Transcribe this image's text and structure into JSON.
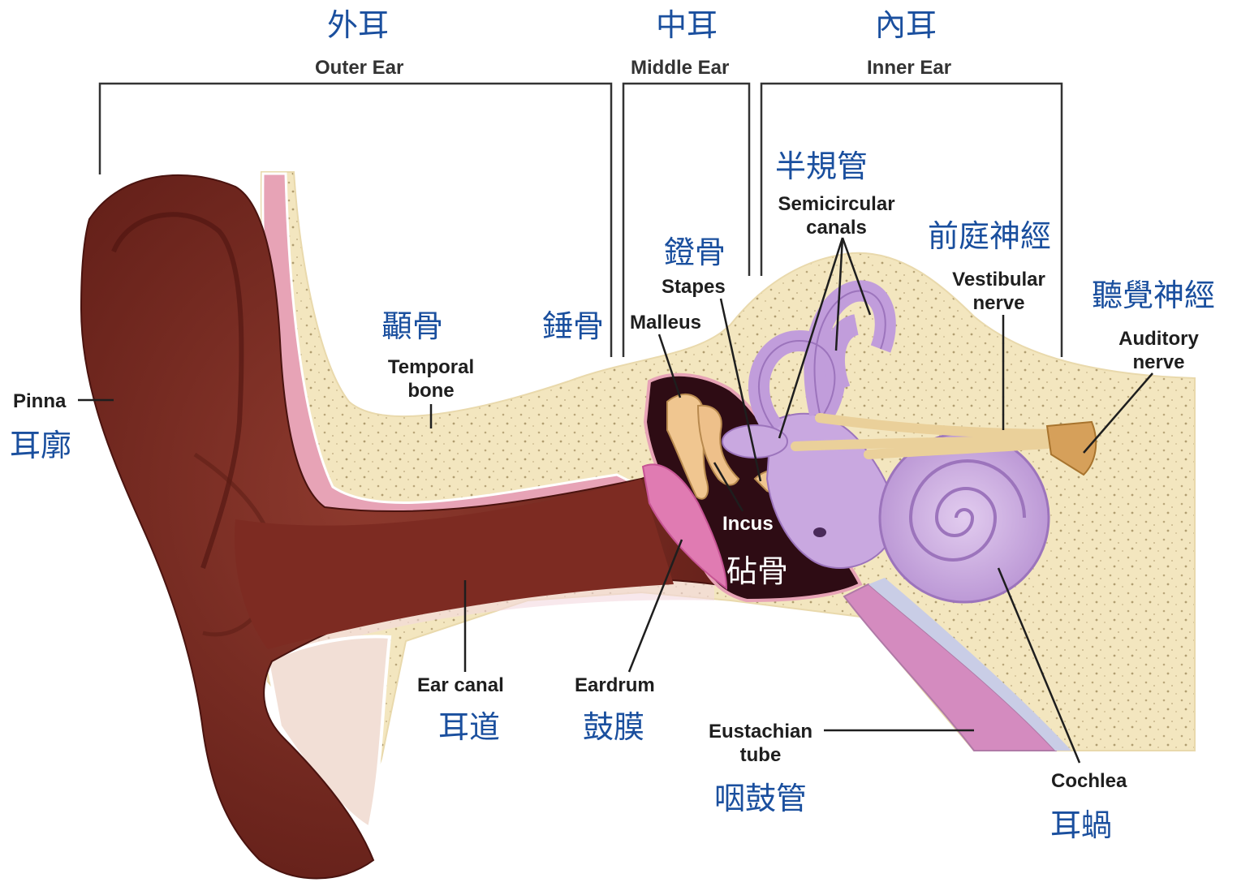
{
  "sections": {
    "outer": {
      "zh": "外耳",
      "en": "Outer Ear"
    },
    "middle": {
      "zh": "中耳",
      "en": "Middle Ear"
    },
    "inner": {
      "zh": "內耳",
      "en": "Inner Ear"
    }
  },
  "labels": {
    "pinna": {
      "zh": "耳廓",
      "en": "Pinna"
    },
    "temporal_bone": {
      "zh": "顳骨",
      "en_line1": "Temporal",
      "en_line2": "bone"
    },
    "malleus": {
      "zh": "錘骨",
      "en": "Malleus"
    },
    "stapes": {
      "zh": "鐙骨",
      "en": "Stapes"
    },
    "semicircular_canals": {
      "zh": "半規管",
      "en_line1": "Semicircular",
      "en_line2": "canals"
    },
    "vestibular_nerve": {
      "zh": "前庭神經",
      "en_line1": "Vestibular",
      "en_line2": "nerve"
    },
    "auditory_nerve": {
      "zh": "聽覺神經",
      "en_line1": "Auditory",
      "en_line2": "nerve"
    },
    "incus": {
      "zh": "砧骨",
      "en": "Incus"
    },
    "ear_canal": {
      "zh": "耳道",
      "en": "Ear canal"
    },
    "eardrum": {
      "zh": "鼓膜",
      "en": "Eardrum"
    },
    "eustachian_tube": {
      "zh": "咽鼓管",
      "en_line1": "Eustachian",
      "en_line2": "tube"
    },
    "cochlea": {
      "zh": "耳蝸",
      "en": "Cochlea"
    }
  },
  "colors": {
    "skin": "#7a2a22",
    "bone": "#f3e6bf",
    "labyrinth": "#c4a0dc",
    "cavity": "#2e0c14",
    "nerve": "#e8c98c",
    "chinese_text": "#1a4f9e"
  }
}
